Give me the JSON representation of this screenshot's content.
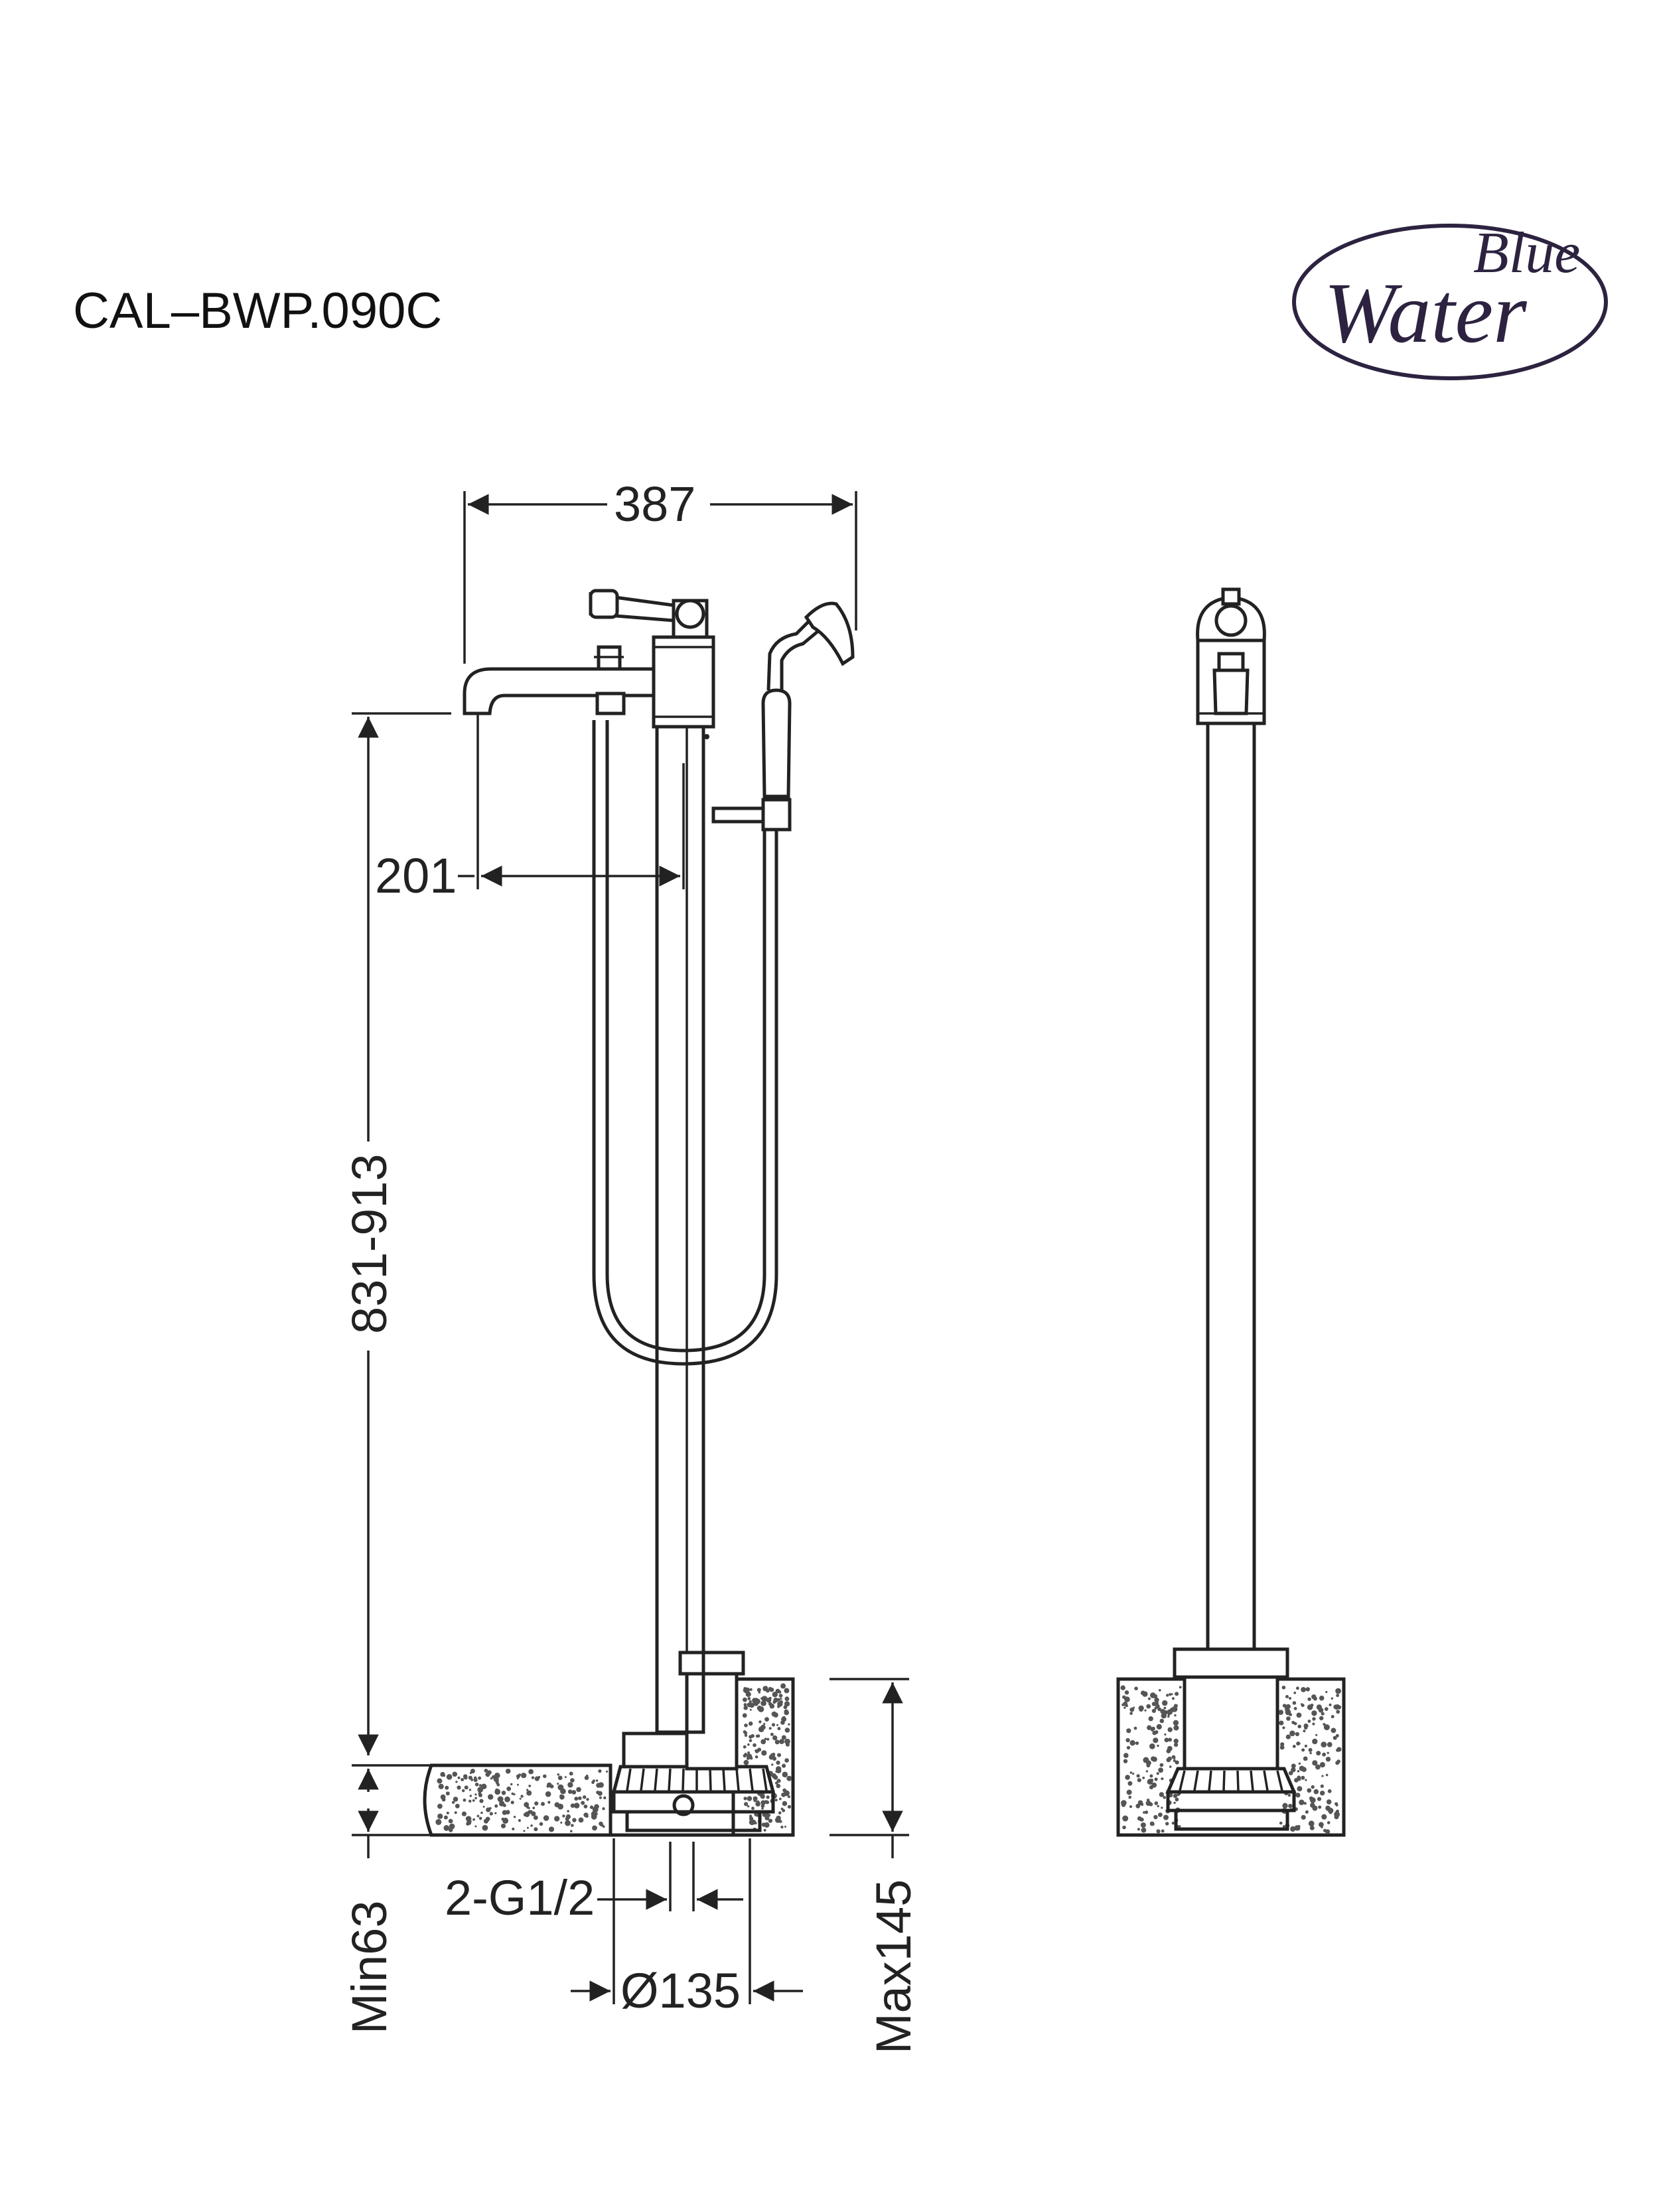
{
  "product_code": "CAL–BWP.090C",
  "logo": {
    "line1": "Blue",
    "line2": "Water",
    "color": "#2d2340"
  },
  "dimensions": {
    "width_total": "387",
    "spout_reach": "201",
    "height_range": "831-913",
    "min_floor": "Min63",
    "max_floor": "Max145",
    "thread": "2-G1/2",
    "base_diameter": "Ø135"
  },
  "line_color": "#222222"
}
